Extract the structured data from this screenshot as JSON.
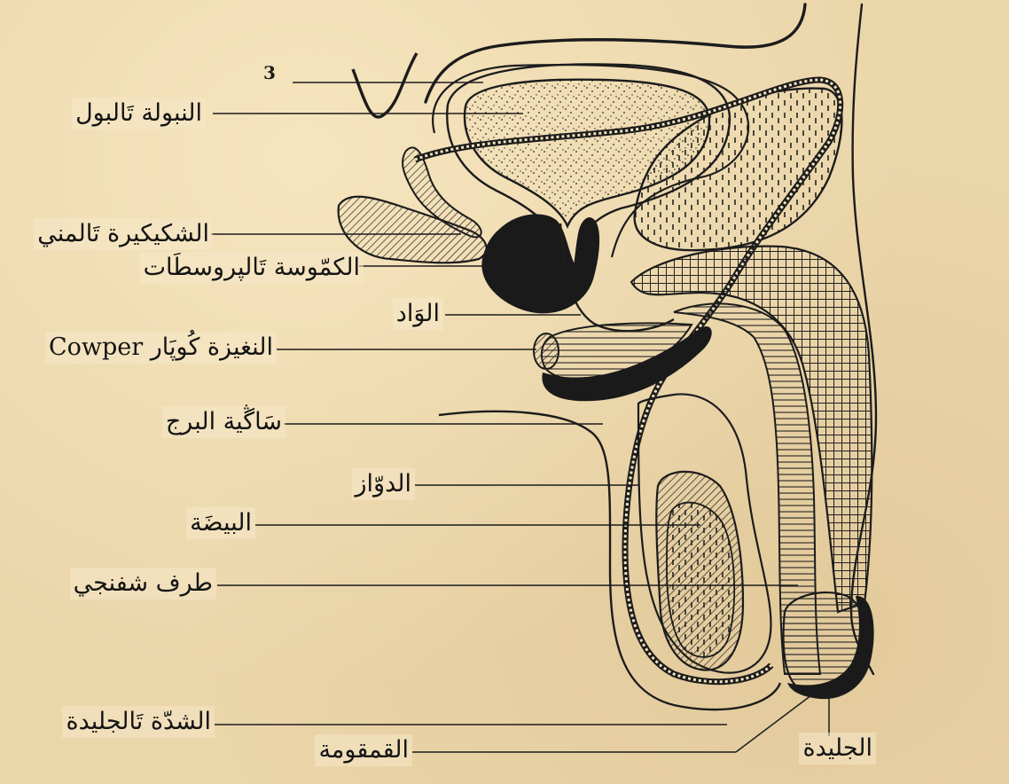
{
  "figure": {
    "number": "3",
    "labels": {
      "bladder": "النبولة تَالبول",
      "seminal_vesicle": "الشكيكيرة تَالمني",
      "prostate": "الكمّوسة تَالپروسطَات",
      "urethra": "الوَاد",
      "cowper_gland": "النغيزة كُوپَار Cowper",
      "penis_shaft": "سَاڴية البرج",
      "vas_deferens": "الدوّاز",
      "testis": "البيضَة",
      "spongy_body": "طرف شفنجي",
      "foreskin_frenulum": "الشدّة تَالجليدة",
      "glans": "القمقومة",
      "foreskin": "الجليدة"
    }
  }
}
